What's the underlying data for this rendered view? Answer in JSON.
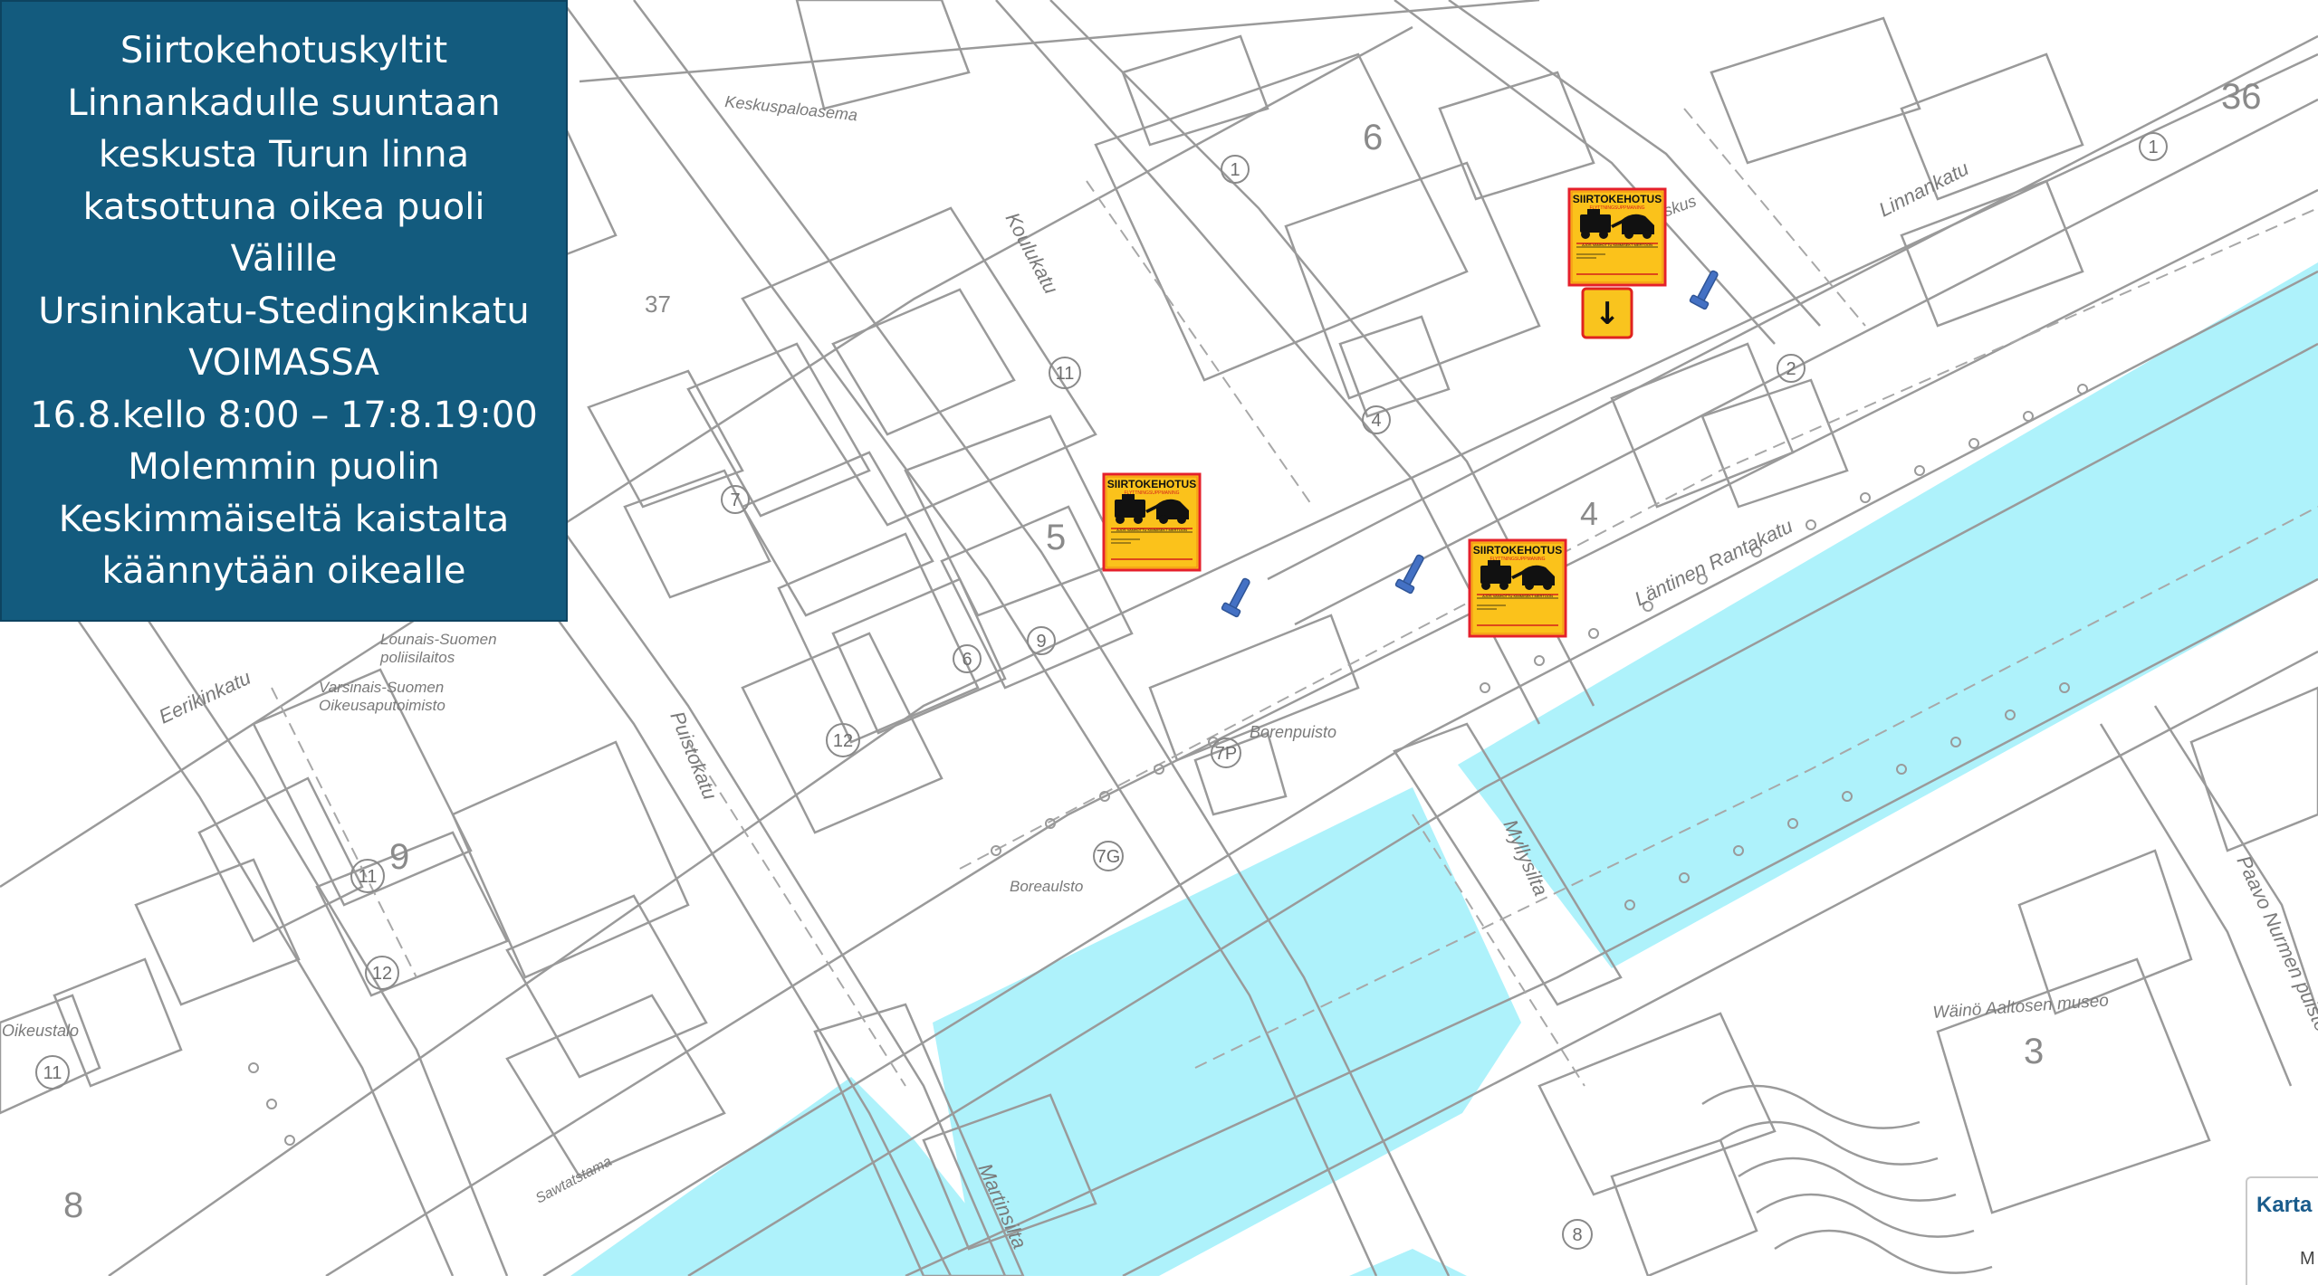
{
  "info_panel": {
    "lines": [
      "Siirtokehotuskyltit",
      "Linnankadulle suuntaan",
      "keskusta Turun linna",
      "katsottuna oikea puoli",
      "Välille",
      "Ursininkatu-Stedingkinkatu",
      "VOIMASSA",
      "16.8.kello 8:00 – 17:8.19:00",
      "Molemmin puolin",
      "Keskimmäiseltä kaistalta",
      "käännytään oikealle"
    ]
  },
  "street_labels": {
    "linnankatu": "Linnankatu",
    "koulukatu": "Koulukatu",
    "puistokatu": "Puistokatu",
    "eerikinkatu": "Eerikinkatu",
    "lantinen_rantakatu": "Läntinen Rantakatu",
    "myllysilta": "Myllysilta",
    "martinsilta": "Martinsilta",
    "paavo_nurmen_puistotie": "Paavo Nurmen puistotie"
  },
  "place_labels": {
    "keskuspaloasema": "Keskuspaloasema",
    "lounais_suomen_poliisilaitos_1": "Lounais-Suomen",
    "lounais_suomen_poliisilaitos_2": "poliisilaitos",
    "varsinais_suomen_oikeusaputoimisto_1": "Varsinais-Suomen",
    "varsinais_suomen_oikeusaputoimisto_2": "Oikeusaputoimisto",
    "oikeustalo": "Oikeustalo",
    "borenpuisto": "Borenpuisto",
    "boreaulsto": "Boreaulsto",
    "waino_aaltosen_museo": "Wäinö Aaltosen museo",
    "sawtatstama": "Sawtatstama",
    "keskusta_label": "keskus"
  },
  "block_numbers": {
    "b36": "36",
    "b6": "6",
    "b5": "5",
    "b9": "9",
    "b8": "8",
    "b3": "3",
    "b4": "4",
    "b37": "37"
  },
  "plot_numbers": {
    "p1": "1",
    "p4": "4",
    "p11": "11",
    "p6": "6",
    "p9": "9",
    "p12": "12",
    "p2": "2",
    "p7": "7",
    "p11b": "11",
    "p12b": "12",
    "p11c": "11",
    "p7p": "7P",
    "p7g": "7G",
    "p8": "8",
    "p1b": "1"
  },
  "tow_sign": {
    "title": "SIIRTOKEHOTUS",
    "subtitle": "FLYTTNINGSUPPMANING",
    "notice": "AJOS VANHOTTU KIMMISEKT MERTOON",
    "color_bg": "#fbc21b",
    "color_border": "#e5202b"
  },
  "arrow_sign": {
    "glyph": "↓",
    "color_bg": "#f9c41e",
    "color_border": "#e0231f"
  },
  "colors": {
    "water": "#aef2fb",
    "map_line": "#9a9a9a",
    "marker": "#4471c4",
    "panel_bg": "#135b7e"
  },
  "legend_tab": {
    "title": "Karta",
    "sub": "M"
  }
}
